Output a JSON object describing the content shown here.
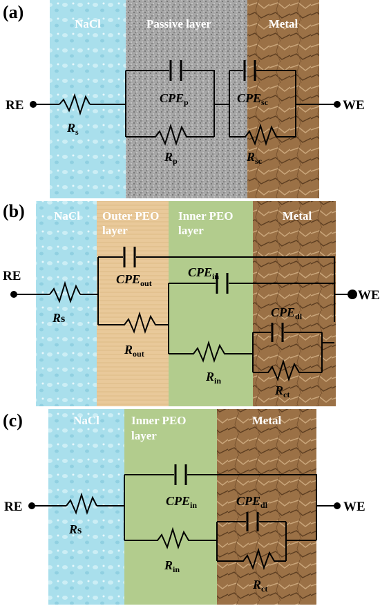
{
  "colors": {
    "nacl": "#a9dfec",
    "passive": "#a3a3a3",
    "metal": "#9b7146",
    "outer_peo": "#e9c99a",
    "inner_peo": "#b2cc8d"
  },
  "panel_a": {
    "label": "(a)",
    "regions": [
      "NaCl",
      "Passive layer",
      "Metal"
    ],
    "re": "RE",
    "we": "WE",
    "rs": {
      "main": "R",
      "sub": "s"
    },
    "cpe_p": {
      "main": "CPE",
      "sub": "p"
    },
    "rp": {
      "main": "R",
      "sub": "p"
    },
    "cpe_sc": {
      "main": "CPE",
      "sub": "sc"
    },
    "rsc": {
      "main": "R",
      "sub": "sc"
    }
  },
  "panel_b": {
    "label": "(b)",
    "regions": [
      "NaCl",
      "Outer PEO",
      "layer",
      "Inner PEO",
      "layer",
      "Metal"
    ],
    "re": "RE",
    "we": "WE",
    "rs": {
      "main": "R",
      "sub": "s"
    },
    "cpe_out": {
      "main": "CPE",
      "sub": "out"
    },
    "rout": {
      "main": "R",
      "sub": "out"
    },
    "cpe_in": {
      "main": "CPE",
      "sub": "in"
    },
    "rin": {
      "main": "R",
      "sub": "in"
    },
    "cpe_dl": {
      "main": "CPE",
      "sub": "dl"
    },
    "rct": {
      "main": "R",
      "sub": "ct"
    }
  },
  "panel_c": {
    "label": "(c)",
    "regions": [
      "NaCl",
      "Inner PEO",
      "layer",
      "Metal"
    ],
    "re": "RE",
    "we": "WE",
    "rs": {
      "main": "R",
      "sub": "s"
    },
    "cpe_in": {
      "main": "CPE",
      "sub": "in"
    },
    "rin": {
      "main": "R",
      "sub": "in"
    },
    "cpe_dl": {
      "main": "CPE",
      "sub": "dl"
    },
    "rct": {
      "main": "R",
      "sub": "ct"
    }
  }
}
